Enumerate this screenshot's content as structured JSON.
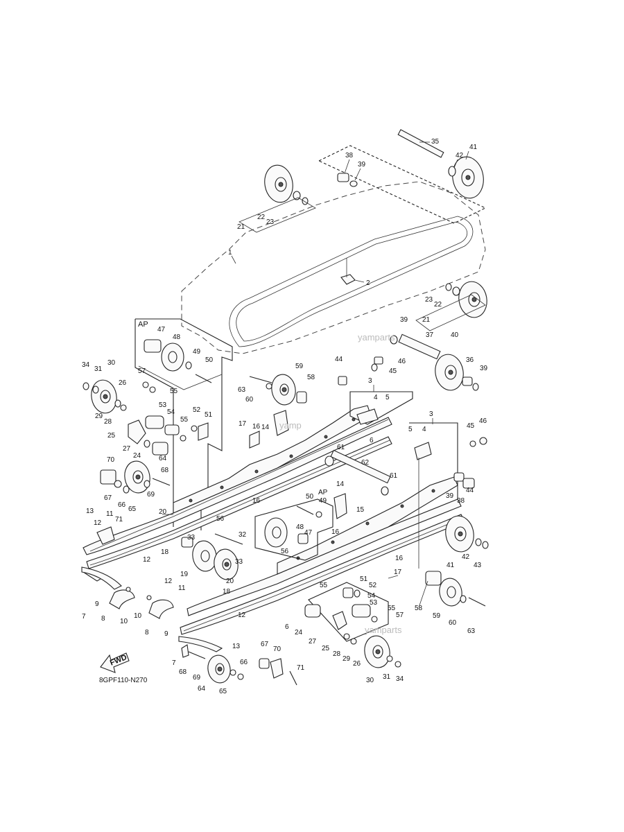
{
  "diagram": {
    "code": "8GPF110-N270",
    "fwd_label": "FWD",
    "ap_label": "AP",
    "watermark": "yamparts",
    "watermark_partial": "yamp"
  },
  "callouts": [
    "1",
    "2",
    "3",
    "4",
    "5",
    "6",
    "7",
    "8",
    "9",
    "10",
    "11",
    "12",
    "13",
    "14",
    "15",
    "16",
    "17",
    "18",
    "19",
    "20",
    "21",
    "22",
    "23",
    "24",
    "25",
    "26",
    "27",
    "28",
    "29",
    "30",
    "31",
    "32",
    "33",
    "34",
    "35",
    "36",
    "37",
    "38",
    "39",
    "40",
    "41",
    "42",
    "43",
    "44",
    "45",
    "46",
    "47",
    "48",
    "49",
    "50",
    "51",
    "52",
    "53",
    "54",
    "55",
    "56",
    "57",
    "58",
    "59",
    "60",
    "61",
    "62",
    "63",
    "64",
    "65",
    "66",
    "67",
    "68",
    "69",
    "70",
    "71"
  ]
}
